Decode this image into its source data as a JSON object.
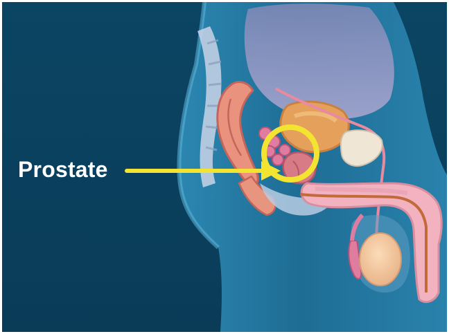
{
  "callout": {
    "label": "Prostate"
  },
  "colors": {
    "background": "#0c4a68",
    "highlight": "#f2e431",
    "label_text": "#ffffff",
    "body_glow": "#2a83ad"
  },
  "icons": {
    "pointer": "arrow-right",
    "marker": "circle-outline"
  }
}
